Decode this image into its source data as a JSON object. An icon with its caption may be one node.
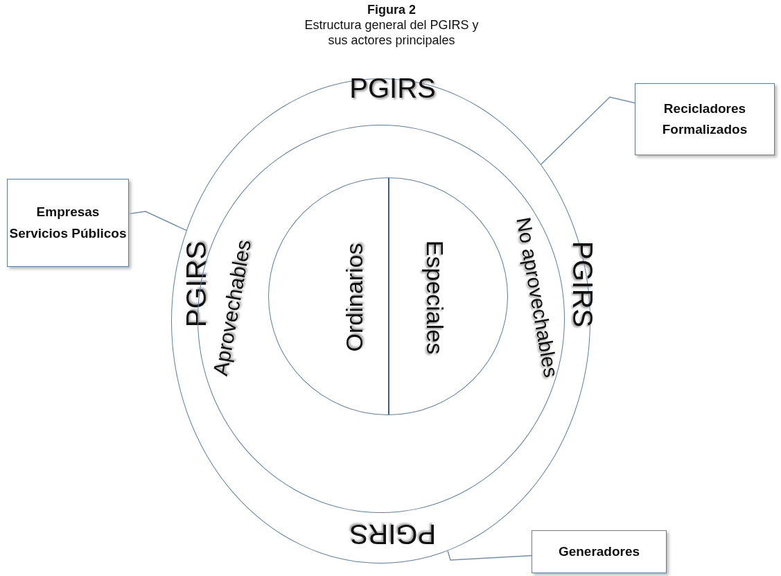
{
  "diagram": {
    "title": "Figura 2",
    "caption": "Estructura general del PGIRS y sus actores principales",
    "nodes": [
      {
        "text": [
          "PGIRS",
          "PGIRS",
          "PGIRS",
          "PGIRS"
        ]
      },
      {
        "text": [
          "Aprovechables",
          "No aprovechables"
        ],
        "in": 0
      },
      {
        "text": [
          "Ordinarios",
          "Especiales"
        ],
        "in": 1
      },
      {
        "text": [
          "Recicladores Formalizados"
        ]
      },
      {
        "text": [
          "Empresas Servicios Públicos"
        ]
      },
      {
        "text": [
          "Generadores"
        ]
      }
    ],
    "edges": [
      {
        "from": 3,
        "to": 0,
        "arrow": "none"
      },
      {
        "from": 4,
        "to": 0,
        "arrow": "none"
      },
      {
        "from": 5,
        "to": 0,
        "arrow": "none"
      }
    ]
  }
}
